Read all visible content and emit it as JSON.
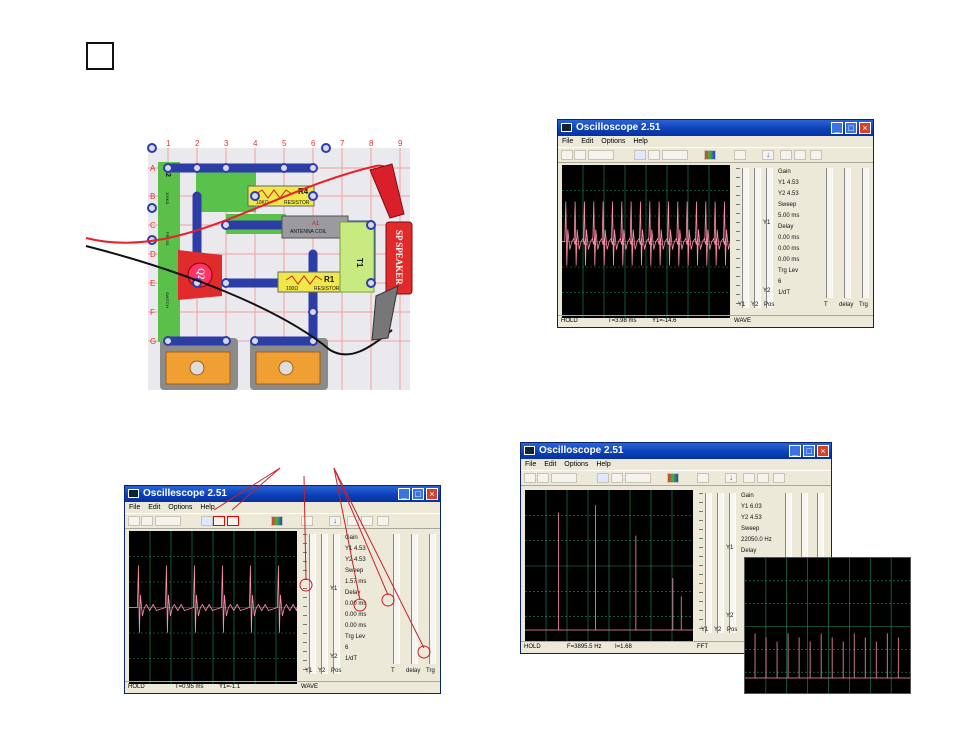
{
  "page": {
    "checkbox_checked": false
  },
  "circuit": {
    "column_numbers": [
      "1",
      "2",
      "3",
      "4",
      "5",
      "6",
      "7",
      "8",
      "9"
    ],
    "row_letters": [
      "A",
      "B",
      "C",
      "D",
      "E",
      "F",
      "G"
    ],
    "parts": {
      "r4_label": "R4",
      "r4_value": "10KΩ",
      "r4_type": "RESISTOR",
      "r1_label": "R1",
      "r1_value": "100Ω",
      "r1_type": "RESISTOR",
      "antenna_label": "ANTENNA COIL",
      "a1_label": "A1",
      "t1_label": "T1",
      "speaker_label": "SP SPEAKER",
      "q2_label": "Q2",
      "r2_label": "R2",
      "r2_value": "100KΩ",
      "switch_label": "SWITCH",
      "press_label": "PRESS"
    }
  },
  "windows": {
    "w1": {
      "title": "Oscilloscope 2.51",
      "menu": [
        "File",
        "Edit",
        "Options",
        "Help"
      ],
      "gain_label": "Gain",
      "y1": "Y1 4.53",
      "y2": "Y2 4.53",
      "sweep_label": "Sweep",
      "sweep_value": "5.00 ms",
      "delay_label": "Delay",
      "delay_values": [
        "0.00 ms",
        "0.00 ms",
        "0.00 ms"
      ],
      "trg_label": "Trg Lev",
      "trg_value": "6",
      "trg_mode": "1/dT",
      "slider_labels": [
        "Y1",
        "Y2",
        "Pos"
      ],
      "slider_y1": "Y1",
      "slider_y2": "Y2",
      "timebase_labels": [
        "T",
        "delay",
        "Trg"
      ],
      "status": [
        "HOLD",
        "T=3.98 ms",
        "Y1=-14.6",
        "WAVE"
      ]
    },
    "w2": {
      "title": "Oscillescope 2.51",
      "menu": [
        "File",
        "Edit",
        "Options",
        "Help"
      ],
      "gain_label": "Gain",
      "y1": "Y1 4.53",
      "y2": "Y2 4.53",
      "sweep_label": "Sweep",
      "sweep_value": "1.57 ms",
      "delay_label": "Delay",
      "delay_values": [
        "0.00 ms",
        "0.00 ms",
        "0.00 ms"
      ],
      "trg_label": "Trg Lev",
      "trg_value": "6",
      "trg_mode": "1/dT",
      "slider_labels": [
        "Y1",
        "Y2",
        "Pos"
      ],
      "slider_y1": "Y1",
      "slider_y2": "Y2",
      "timebase_labels": [
        "T",
        "delay",
        "Trg"
      ],
      "status": [
        "HOLD",
        "T=0.95 ms",
        "Y1=-1.1",
        "WAVE"
      ]
    },
    "w3": {
      "title": "Oscilloscope 2.51",
      "menu": [
        "File",
        "Edit",
        "Options",
        "Help"
      ],
      "gain_label": "Gain",
      "y1": "Y1 6.03",
      "y2": "Y2 4.53",
      "sweep_label": "Sweep",
      "sweep_value": "22050.0 Hz",
      "delay_label": "Delay",
      "slider_labels": [
        "Y1",
        "Y2",
        "Pos"
      ],
      "slider_y1": "Y1",
      "slider_y2": "Y2",
      "status": [
        "HOLD",
        "F=3895.5 Hz",
        "I=1.68",
        "FFT"
      ]
    }
  },
  "colors": {
    "trace": "#ff8fa8",
    "grid": "#1f8f6a",
    "wire_red": "#e8202a",
    "board": "#e8e8ec"
  }
}
